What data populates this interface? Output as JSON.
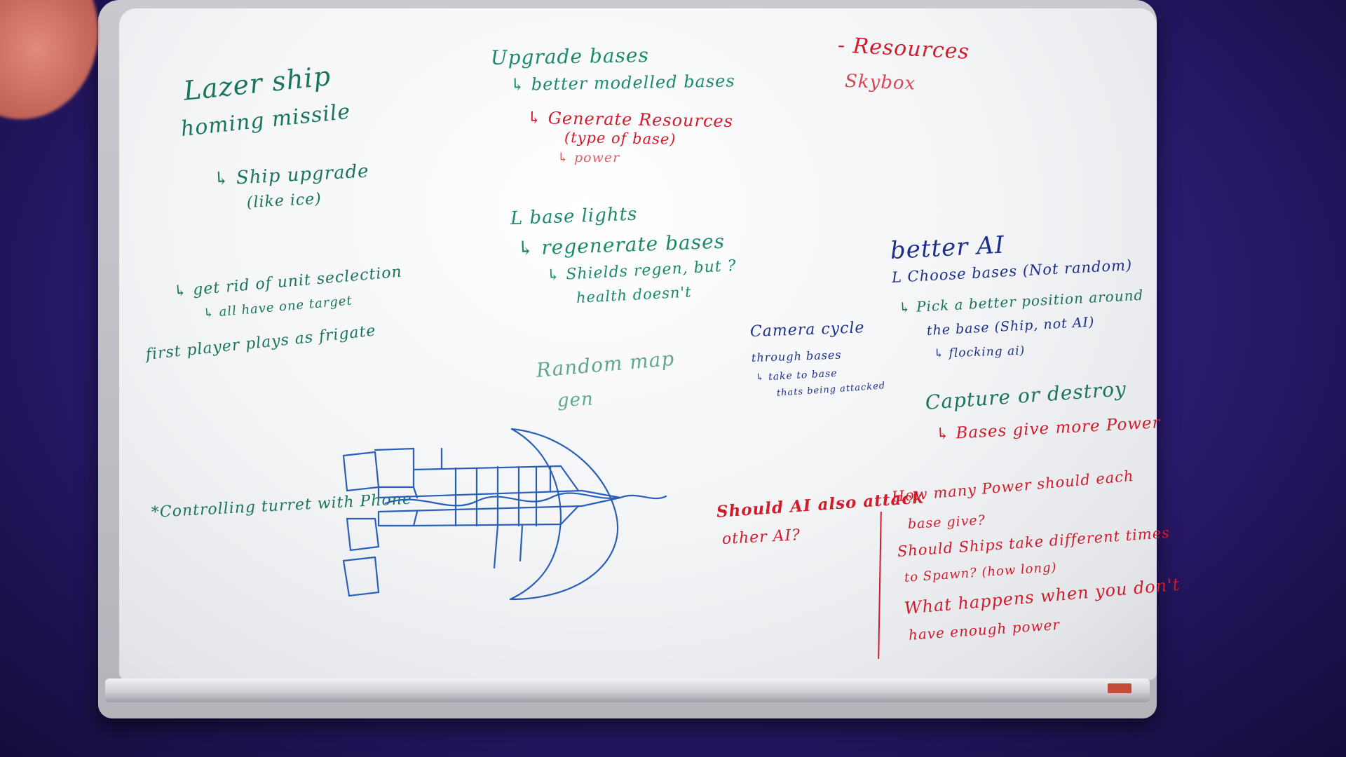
{
  "notes": {
    "resources": "- Resources",
    "skybox": "Skybox",
    "upgrade_bases": "Upgrade bases",
    "better_modelled": "↳ better modelled bases",
    "generate_resources": "↳ Generate Resources",
    "type_of_base": "(type of base)",
    "power": "↳ power",
    "lazer_ship": "Lazer ship",
    "homing_missile": "homing missile",
    "ship_upgrade": "↳ Ship upgrade",
    "like_ice": "(like ice)",
    "base_lights": "L base lights",
    "regenerate_bases": "↳ regenerate bases",
    "shields_regen": "↳ Shields regen, but ?",
    "health_doesnt": "health doesn't",
    "better_ai": "better AI",
    "choose_bases": "L Choose bases (Not random)",
    "pick_better_position": "↳ Pick a better position around",
    "the_base": "the base (Ship, not AI)",
    "flocking_ai": "↳ flocking ai)",
    "get_rid_unit": "↳ get rid of unit seclection",
    "all_have_one_target": "↳ all have one target",
    "first_player": "first player plays as frigate",
    "camera_cycle": "Camera cycle",
    "through_bases": "through bases",
    "take_to_base": "↳ take to base",
    "thats_being_attacked": "thats being attacked",
    "random_map": "Random map",
    "gen": "gen",
    "capture_destroy": "Capture or destroy",
    "bases_give_power": "↳ Bases give more Power",
    "controlling_turret": "*Controlling turret with Phone",
    "should_ai_attack": "Should AI also attack",
    "other_ai": "other AI?",
    "how_many_power": "How many Power should each",
    "base_give": "base give?",
    "should_ships": "Should Ships take different times",
    "to_spawn": "to Spawn? (how long)",
    "what_happens": "What happens when you don't",
    "have_enough": "have enough power"
  },
  "colors": {
    "green": "#1a8a6a",
    "red": "#d01b2a",
    "navy": "#1d2f8a",
    "sketch_blue": "#2a5fb8",
    "wall_purple": "#2a1a6e"
  }
}
